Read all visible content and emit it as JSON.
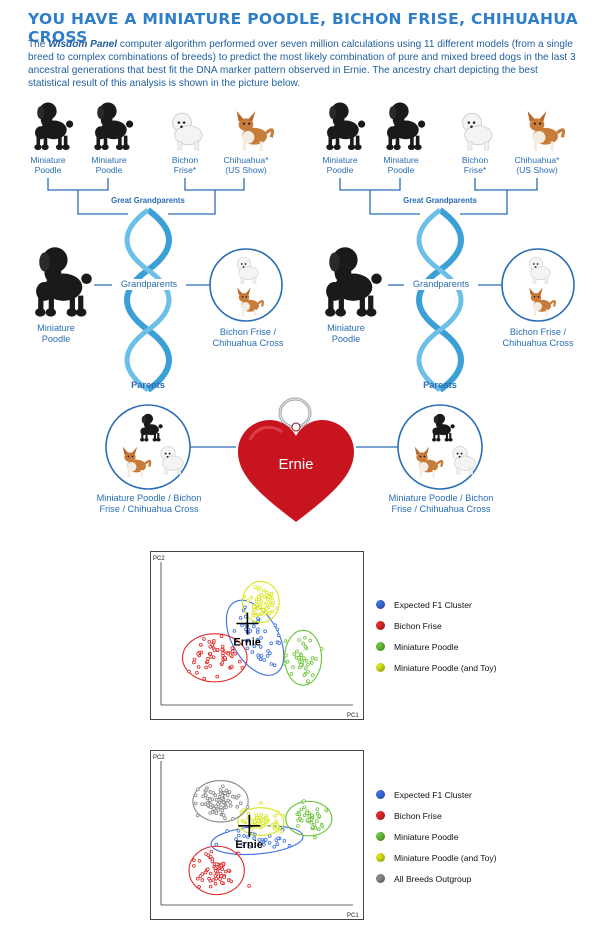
{
  "title": "YOU HAVE A MINIATURE POODLE, BICHON FRISE, CHIHUAHUA CROSS",
  "intro": {
    "lead": "The ",
    "brand": "Wisdom Panel",
    "text": " computer algorithm performed over seven million calculations using 11 different models (from a single breed to complex combinations of breeds) to predict the most likely combination of pure and mixed breed dogs in the last 3 ancestral generations that best fit the DNA marker pattern observed in Ernie. The ancestry chart depicting the best statistical result of this analysis is shown in the picture below."
  },
  "tree": {
    "great_grandparents": {
      "left": [
        {
          "label": "Miniature\nPoodle",
          "icon": "black-poodle"
        },
        {
          "label": "Miniature\nPoodle",
          "icon": "black-poodle"
        },
        {
          "label": "Bichon\nFrise*",
          "icon": "bichon"
        },
        {
          "label": "Chihuahua*\n(US Show)",
          "icon": "chihuahua"
        }
      ],
      "right": [
        {
          "label": "Miniature\nPoodle",
          "icon": "black-poodle"
        },
        {
          "label": "Miniature\nPoodle",
          "icon": "black-poodle"
        },
        {
          "label": "Bichon\nFrise*",
          "icon": "bichon"
        },
        {
          "label": "Chihuahua*\n(US Show)",
          "icon": "chihuahua"
        }
      ],
      "heading": "Great Grandparents"
    },
    "grandparents": {
      "heading": "Grandparents",
      "left": {
        "poodle": "Miniature\nPoodle",
        "cross": "Bichon Frise /\nChihuahua Cross"
      },
      "right": {
        "poodle": "Miniature\nPoodle",
        "cross": "Bichon Frise /\nChihuahua Cross"
      }
    },
    "parents": {
      "heading": "Parents",
      "left": "Miniature Poodle / Bichon\nFrise / Chihuahua Cross",
      "right": "Miniature Poodle / Bichon\nFrise / Chihuahua Cross"
    },
    "dog_name": "Ernie"
  },
  "colors": {
    "title": "#2f7ec9",
    "dna": "#3aa0d6",
    "line": "#2a6db5",
    "heart": "#c8141e",
    "expected_f1": "#3b6fe0",
    "bichon": "#e02a2a",
    "mini_poodle": "#6cc43a",
    "mini_poodle_toy": "#d8e61c",
    "outgroup": "#8a8a8a"
  },
  "chart_data": [
    {
      "type": "scatter",
      "xlabel": "PC1",
      "ylabel": "PC2",
      "marker_label": "Ernie",
      "series": [
        {
          "name": "Expected F1 Cluster",
          "color": "#3b6fe0",
          "center": [
            0.49,
            0.47
          ],
          "spread": [
            0.05,
            0.12
          ],
          "n": 45
        },
        {
          "name": "Bichon Frise",
          "color": "#e02a2a",
          "center": [
            0.28,
            0.33
          ],
          "spread": [
            0.07,
            0.07
          ],
          "n": 60
        },
        {
          "name": "Miniature Poodle",
          "color": "#6cc43a",
          "center": [
            0.74,
            0.33
          ],
          "spread": [
            0.04,
            0.08
          ],
          "n": 40
        },
        {
          "name": "Miniature Poodle (and Toy)",
          "color": "#d8e61c",
          "center": [
            0.52,
            0.72
          ],
          "spread": [
            0.04,
            0.06
          ],
          "n": 60
        }
      ]
    },
    {
      "type": "scatter",
      "xlabel": "PC1",
      "ylabel": "PC2",
      "marker_label": "Ernie",
      "series": [
        {
          "name": "Expected F1 Cluster",
          "color": "#3b6fe0",
          "center": [
            0.5,
            0.45
          ],
          "spread": [
            0.1,
            0.04
          ],
          "n": 30
        },
        {
          "name": "Bichon Frise",
          "color": "#e02a2a",
          "center": [
            0.29,
            0.24
          ],
          "spread": [
            0.06,
            0.07
          ],
          "n": 60
        },
        {
          "name": "Miniature Poodle",
          "color": "#6cc43a",
          "center": [
            0.77,
            0.6
          ],
          "spread": [
            0.05,
            0.05
          ],
          "n": 40
        },
        {
          "name": "Miniature Poodle (and Toy)",
          "color": "#d8e61c",
          "center": [
            0.52,
            0.58
          ],
          "spread": [
            0.05,
            0.04
          ],
          "n": 55
        },
        {
          "name": "All Breeds Outgroup",
          "color": "#8a8a8a",
          "center": [
            0.31,
            0.72
          ],
          "spread": [
            0.06,
            0.06
          ],
          "n": 90
        }
      ]
    }
  ]
}
